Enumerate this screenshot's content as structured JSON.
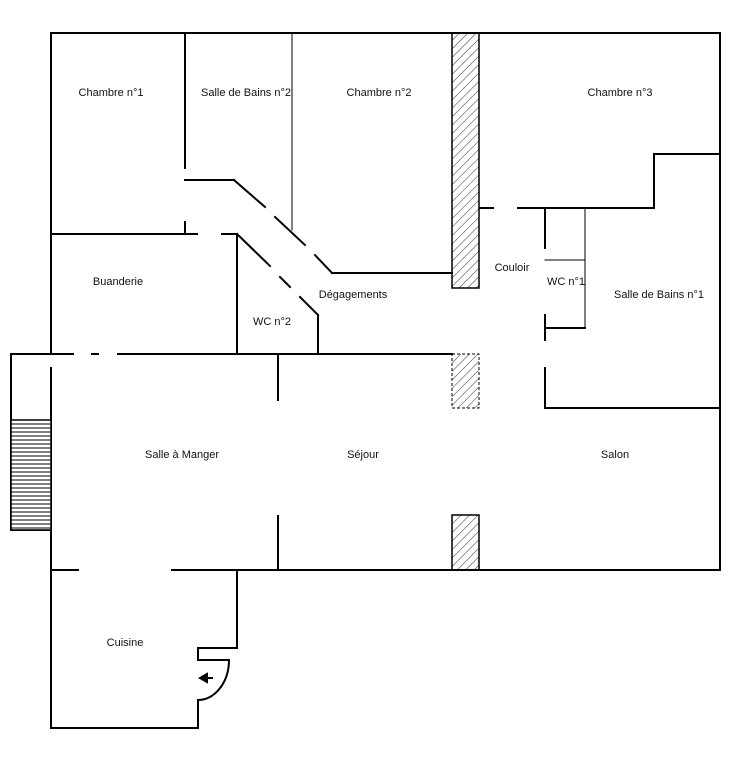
{
  "rooms": {
    "chambre_1": "Chambre n°1",
    "salle_de_bains_2": "Salle de Bains n°2",
    "chambre_2": "Chambre n°2",
    "chambre_3": "Chambre n°3",
    "buanderie": "Buanderie",
    "couloir": "Couloir",
    "wc_1": "WC n°1",
    "salle_de_bains_1": "Salle de Bains n°1",
    "degagements": "Dégagements",
    "wc_2": "WC n°2",
    "salle_a_manger": "Salle à Manger",
    "sejour": "Séjour",
    "salon": "Salon",
    "cuisine": "Cuisine"
  },
  "colors": {
    "wall": "#000000",
    "background": "#ffffff",
    "hatch": "#333333"
  },
  "icons": {
    "entrance": "arrow-left-icon",
    "stairs": "stairs-icon",
    "chimney": "hatched-chimney-icon"
  }
}
